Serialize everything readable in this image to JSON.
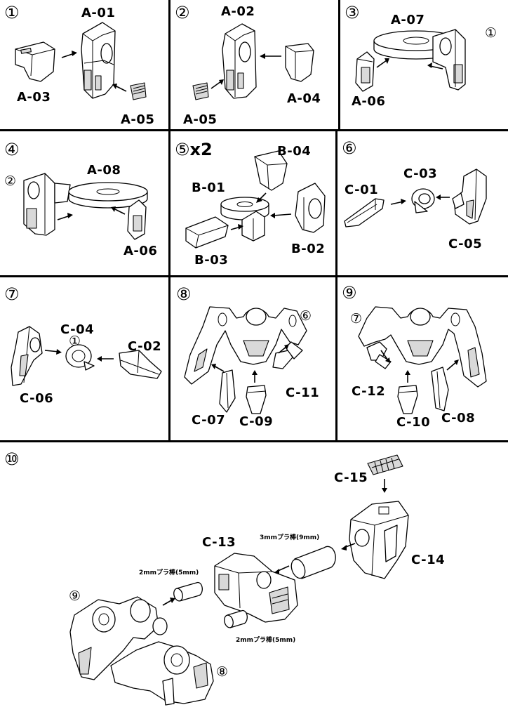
{
  "steps": [
    {
      "number": "①",
      "multiplier": "",
      "refs": [],
      "parts": [
        "A-01",
        "A-03",
        "A-05"
      ]
    },
    {
      "number": "②",
      "multiplier": "",
      "refs": [],
      "parts": [
        "A-02",
        "A-05",
        "A-04"
      ]
    },
    {
      "number": "③",
      "multiplier": "",
      "refs": [
        "①"
      ],
      "parts": [
        "A-07",
        "A-06"
      ]
    },
    {
      "number": "④",
      "multiplier": "",
      "refs": [
        "②"
      ],
      "parts": [
        "A-08",
        "A-06"
      ]
    },
    {
      "number": "⑤",
      "multiplier": "x2",
      "refs": [],
      "parts": [
        "B-04",
        "B-01",
        "B-02",
        "B-03"
      ]
    },
    {
      "number": "⑥",
      "multiplier": "",
      "refs": [],
      "parts": [
        "C-03",
        "C-01",
        "C-05"
      ]
    },
    {
      "number": "⑦",
      "multiplier": "",
      "refs": [
        "①"
      ],
      "parts": [
        "C-04",
        "C-02",
        "C-06"
      ]
    },
    {
      "number": "⑧",
      "multiplier": "",
      "refs": [
        "⑥"
      ],
      "parts": [
        "C-11",
        "C-07",
        "C-09"
      ]
    },
    {
      "number": "⑨",
      "multiplier": "",
      "refs": [
        "⑦"
      ],
      "parts": [
        "C-12",
        "C-10",
        "C-08"
      ]
    },
    {
      "number": "⑩",
      "multiplier": "",
      "refs": [
        "⑨",
        "⑧"
      ],
      "parts": [
        "C-15",
        "C-13",
        "C-14"
      ],
      "notes": [
        "3mmプラ棒(9mm)",
        "2mmプラ棒(5mm)",
        "2mmプラ棒(5mm)"
      ]
    }
  ]
}
